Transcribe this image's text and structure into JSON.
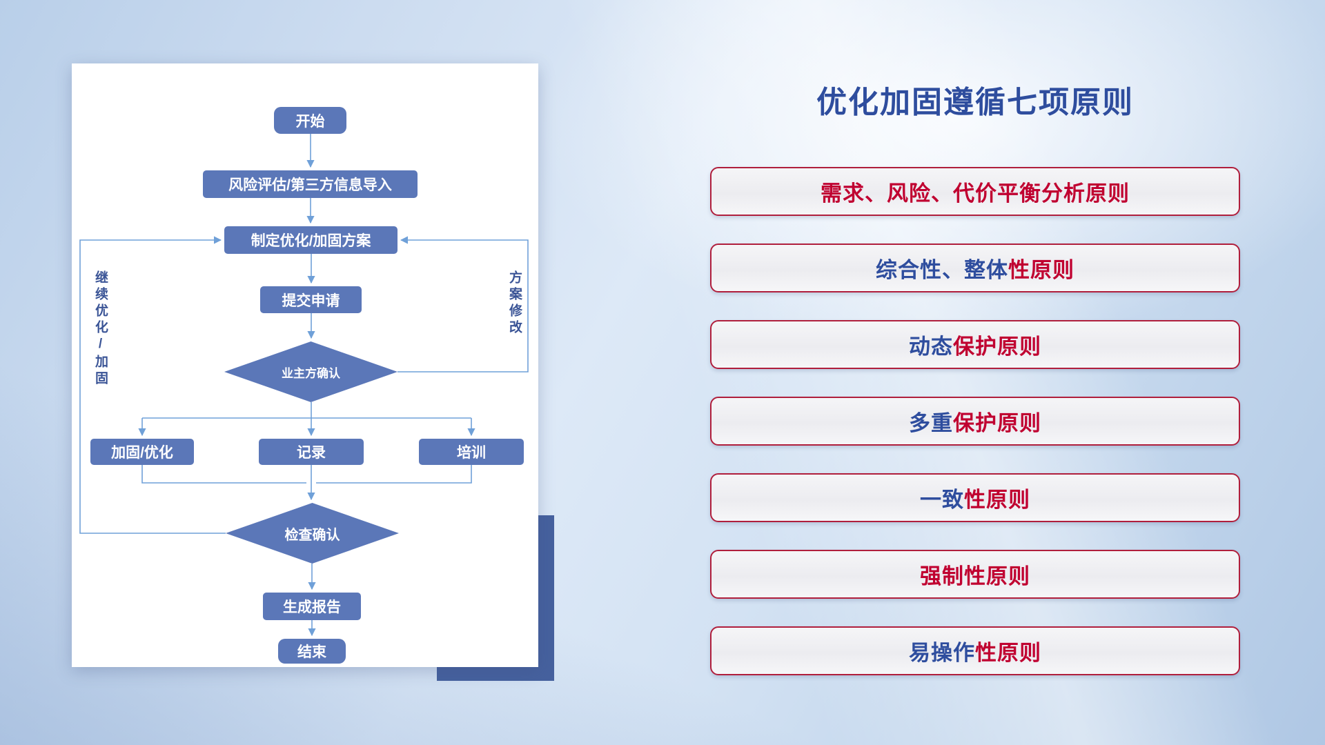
{
  "colors": {
    "accent_blue": "#2e4d9e",
    "accent_red": "#c00030",
    "node_fill": "#5b77b8",
    "connector": "#6fa0d8",
    "principle_border": "#b01e3c",
    "shadow_navy": "#46619e"
  },
  "flowchart": {
    "nodes": {
      "start": "开始",
      "risk": "风险评估/第三方信息导入",
      "plan": "制定优化/加固方案",
      "submit": "提交申请",
      "owner_confirm": "业主方确认",
      "harden": "加固/优化",
      "record": "记录",
      "training": "培训",
      "check_confirm": "检查确认",
      "report": "生成报告",
      "end": "结束"
    },
    "labels": {
      "left_loop": "继续优化/加固",
      "right_loop": "方案修改"
    }
  },
  "panel": {
    "title": "优化加固遵循七项原则"
  },
  "principles": [
    {
      "segments": [
        {
          "text": "需求、风险、代价平衡分析原则",
          "color": "red"
        }
      ]
    },
    {
      "segments": [
        {
          "text": "综合性、整体",
          "color": "blue"
        },
        {
          "text": "性原则",
          "color": "red"
        }
      ]
    },
    {
      "segments": [
        {
          "text": "动态",
          "color": "blue"
        },
        {
          "text": "保护原则",
          "color": "red"
        }
      ]
    },
    {
      "segments": [
        {
          "text": "多重",
          "color": "blue"
        },
        {
          "text": "保护原则",
          "color": "red"
        }
      ]
    },
    {
      "segments": [
        {
          "text": "一致",
          "color": "blue"
        },
        {
          "text": "性原则",
          "color": "red"
        }
      ]
    },
    {
      "segments": [
        {
          "text": "强制性原则",
          "color": "red"
        }
      ]
    },
    {
      "segments": [
        {
          "text": "易操作",
          "color": "blue"
        },
        {
          "text": "性原则",
          "color": "red"
        }
      ]
    }
  ]
}
